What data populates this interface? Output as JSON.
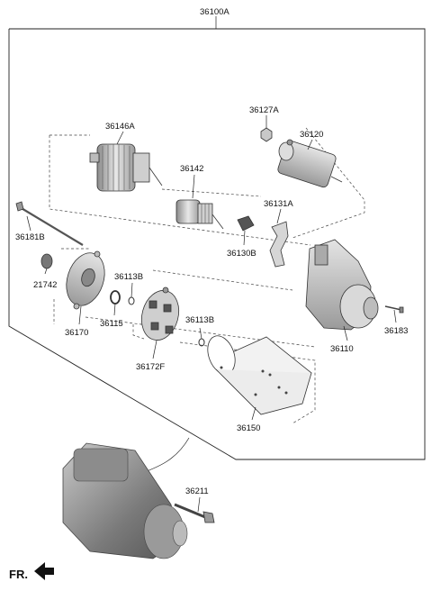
{
  "diagram": {
    "assembly_label": "36100A",
    "direction_label": "FR.",
    "parts": [
      {
        "id": "armature",
        "label": "36146A"
      },
      {
        "id": "solenoid-nut",
        "label": "36127A"
      },
      {
        "id": "solenoid",
        "label": "36120"
      },
      {
        "id": "drive-gear",
        "label": "36142"
      },
      {
        "id": "lever",
        "label": "36131A"
      },
      {
        "id": "through-bolt",
        "label": "36181B"
      },
      {
        "id": "lever-pin",
        "label": "36130B"
      },
      {
        "id": "seal",
        "label": "21742"
      },
      {
        "id": "washer-upper",
        "label": "36113B"
      },
      {
        "id": "end-frame",
        "label": "36170"
      },
      {
        "id": "snap-ring",
        "label": "36115"
      },
      {
        "id": "front-housing",
        "label": "36110"
      },
      {
        "id": "housing-screw",
        "label": "36183"
      },
      {
        "id": "washer-lower",
        "label": "36113B"
      },
      {
        "id": "brush-holder",
        "label": "36172F"
      },
      {
        "id": "yoke",
        "label": "36150"
      },
      {
        "id": "mounting-bolt",
        "label": "36211"
      }
    ]
  }
}
